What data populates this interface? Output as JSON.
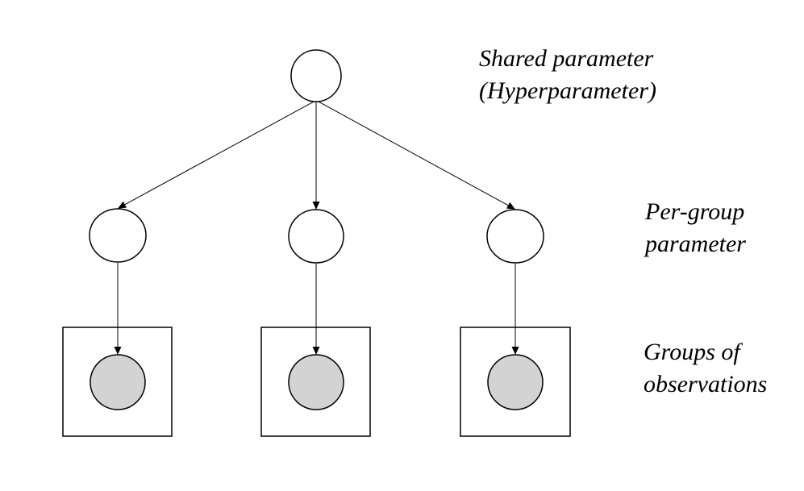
{
  "labels": {
    "shared": [
      "Shared parameter",
      "(Hyperparameter)"
    ],
    "per_group": [
      "Per-group",
      "parameter"
    ],
    "observations": [
      "Groups of",
      "observations"
    ]
  },
  "nodes": {
    "hyperparameter": {
      "observed": false
    },
    "per_group": [
      {
        "observed": false
      },
      {
        "observed": false
      },
      {
        "observed": false
      }
    ],
    "observations": [
      {
        "observed": true
      },
      {
        "observed": true
      },
      {
        "observed": true
      }
    ]
  },
  "edges": [
    {
      "from": "hyperparameter",
      "to": "group-1"
    },
    {
      "from": "hyperparameter",
      "to": "group-2"
    },
    {
      "from": "hyperparameter",
      "to": "group-3"
    },
    {
      "from": "group-1",
      "to": "observation-1"
    },
    {
      "from": "group-2",
      "to": "observation-2"
    },
    {
      "from": "group-3",
      "to": "observation-3"
    }
  ],
  "colors": {
    "stroke": "#000000",
    "latent_fill": "#ffffff",
    "observed_fill": "#d3d3d3"
  }
}
